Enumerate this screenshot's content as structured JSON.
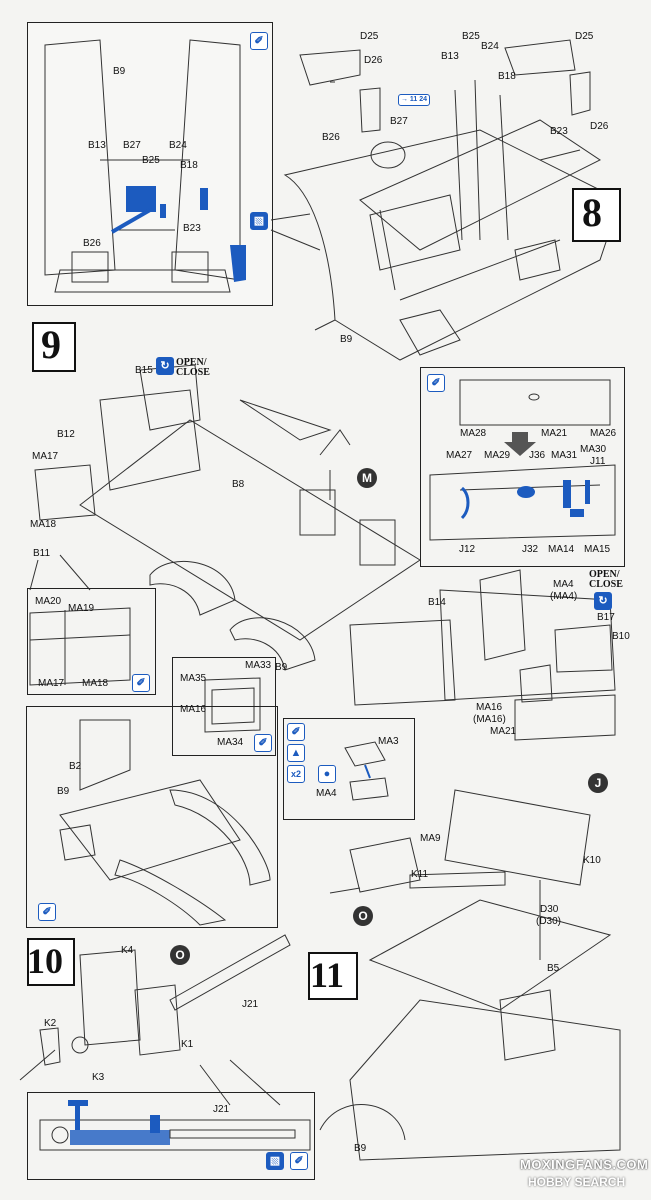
{
  "steps": {
    "s8": "8",
    "s9": "9",
    "s10": "10",
    "s11": "11"
  },
  "callouts": {
    "M": "M",
    "J": "J",
    "O_k": "O",
    "O_gun": "O"
  },
  "open_close": {
    "top": "OPEN/",
    "bottom": "CLOSE"
  },
  "icons": {
    "x2": "x2",
    "ref_tag": "→ 11 24"
  },
  "labels": {
    "s8_inset": [
      "B9",
      "B13",
      "B27",
      "B24",
      "B25",
      "B18",
      "B26",
      "B23"
    ],
    "s8_main": [
      "D25",
      "D25",
      "D26",
      "D26",
      "B13",
      "B25",
      "B24",
      "B18",
      "B27",
      "B26",
      "B23",
      "B9"
    ],
    "s9_top": [
      "B15",
      "B12",
      "MA17",
      "MA18",
      "B11",
      "B8",
      "B9"
    ],
    "s9_inset_left": [
      "MA20",
      "MA19",
      "MA17",
      "MA18"
    ],
    "s9_inset_right": [
      "MA28",
      "MA21",
      "MA26",
      "MA27",
      "MA29",
      "J36",
      "MA31",
      "MA30",
      "J11",
      "J12",
      "J32",
      "MA14",
      "MA15"
    ],
    "s9_right": [
      "MA4",
      "(MA4)",
      "B17",
      "B14",
      "B10",
      "MA16",
      "(MA16)",
      "MA21"
    ],
    "s9_ma35": [
      "MA35",
      "MA33",
      "MA16",
      "MA34"
    ],
    "s9_ma3": [
      "MA3",
      "MA4"
    ],
    "s9_fender": [
      "B2",
      "B9"
    ],
    "s10": [
      "K4",
      "J21",
      "K2",
      "K1",
      "K3",
      "J21"
    ],
    "s11": [
      "MA9",
      "K10",
      "K11",
      "D30",
      "(D30)",
      "B5",
      "B9"
    ]
  },
  "watermark": {
    "line1": "MOXINGFANS.COM",
    "line2": "HOBBY SEARCH"
  },
  "colors": {
    "accent": "#1c5bbf",
    "line": "#222222",
    "paper": "#f4f4f2"
  }
}
